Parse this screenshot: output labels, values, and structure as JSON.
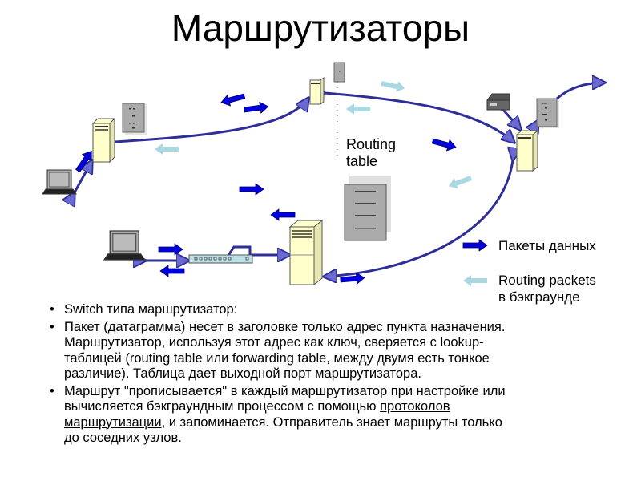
{
  "title": "Маршрутизаторы",
  "diagram": {
    "routing_table_label_line1": "Routing",
    "routing_table_label_line2": "table",
    "legend": {
      "data_packets": "Пакеты данных",
      "routing_packets_line1": "Routing packets",
      "routing_packets_line2": "в бэкграунде"
    },
    "colors": {
      "data_arrow": "#0000dd",
      "routing_arrow": "#aad8e0",
      "link": "#2e2e99",
      "router": "#ffffcc"
    }
  },
  "bullets": [
    {
      "lines": [
        "Switch типа маршрутизатор:"
      ]
    },
    {
      "lines": [
        "Пакет (датаграмма) несет в заголовке только адрес пункта назначения.",
        "Маршрутизатор, используя этот адрес как ключ, сверяется с lookup-",
        "таблицей (routing table или forwarding table, между двумя есть тонкое",
        "различие). Таблица дает выходной порт маршрутизатора."
      ]
    },
    {
      "line1": "Маршрут \"прописывается\" в каждый маршрутизатор при настройке или",
      "line2_pre": "вычисляется бэкграундным процессом с помощью ",
      "link_part1": "протоколов",
      "link_part2": "маршрутизации",
      "line3_post": ", и запоминается. Отправитель знает маршруты только",
      "line4": "до соседних узлов."
    }
  ],
  "bullet_char": "•"
}
